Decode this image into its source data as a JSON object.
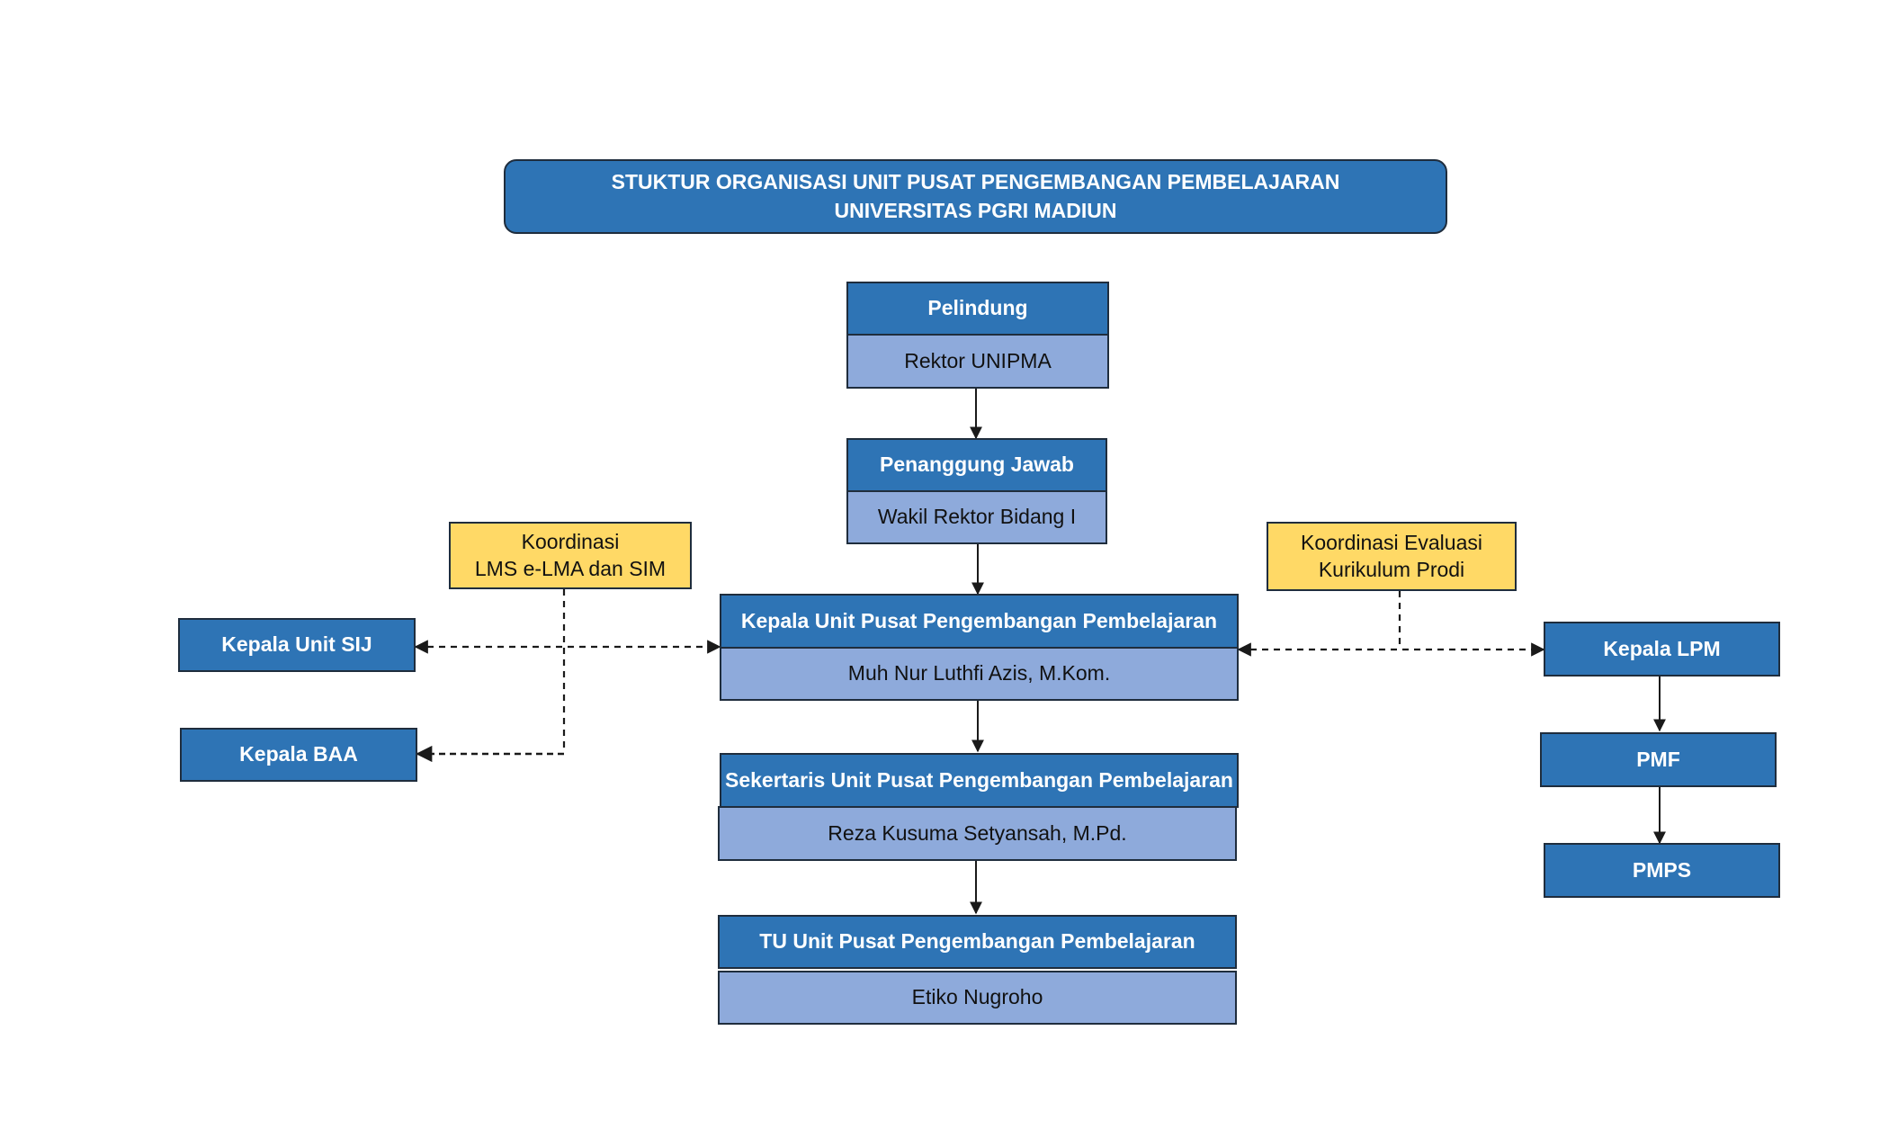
{
  "title": {
    "line1": "STUKTUR ORGANISASI UNIT PUSAT PENGEMBANGAN PEMBELAJARAN",
    "line2": "UNIVERSITAS PGRI MADIUN"
  },
  "pelindung": {
    "role": "Pelindung",
    "person": "Rektor UNIPMA"
  },
  "penanggung_jawab": {
    "role": "Penanggung Jawab",
    "person": "Wakil Rektor Bidang I"
  },
  "kepala_unit": {
    "role": "Kepala Unit Pusat Pengembangan Pembelajaran",
    "person": "Muh Nur Luthfi Azis, M.Kom."
  },
  "sekretaris": {
    "role": "Sekertaris Unit Pusat Pengembangan Pembelajaran",
    "person": "Reza Kusuma Setyansah, M.Pd."
  },
  "tu": {
    "role": "TU Unit Pusat Pengembangan Pembelajaran",
    "person": "Etiko Nugroho"
  },
  "koordinasi_lms": {
    "line1": "Koordinasi",
    "line2": "LMS e-LMA dan SIM"
  },
  "koordinasi_evaluasi": {
    "line1": "Koordinasi Evaluasi",
    "line2": "Kurikulum Prodi"
  },
  "left_units": {
    "sij": "Kepala Unit SIJ",
    "baa": "Kepala BAA"
  },
  "right_units": {
    "lpm": "Kepala LPM",
    "pmf": "PMF",
    "pmps": "PMPS"
  },
  "colors": {
    "header_blue": "#2e74b5",
    "name_blue": "#8eaadb",
    "coordination_yellow": "#ffd966",
    "line": "#1a1a1a"
  }
}
